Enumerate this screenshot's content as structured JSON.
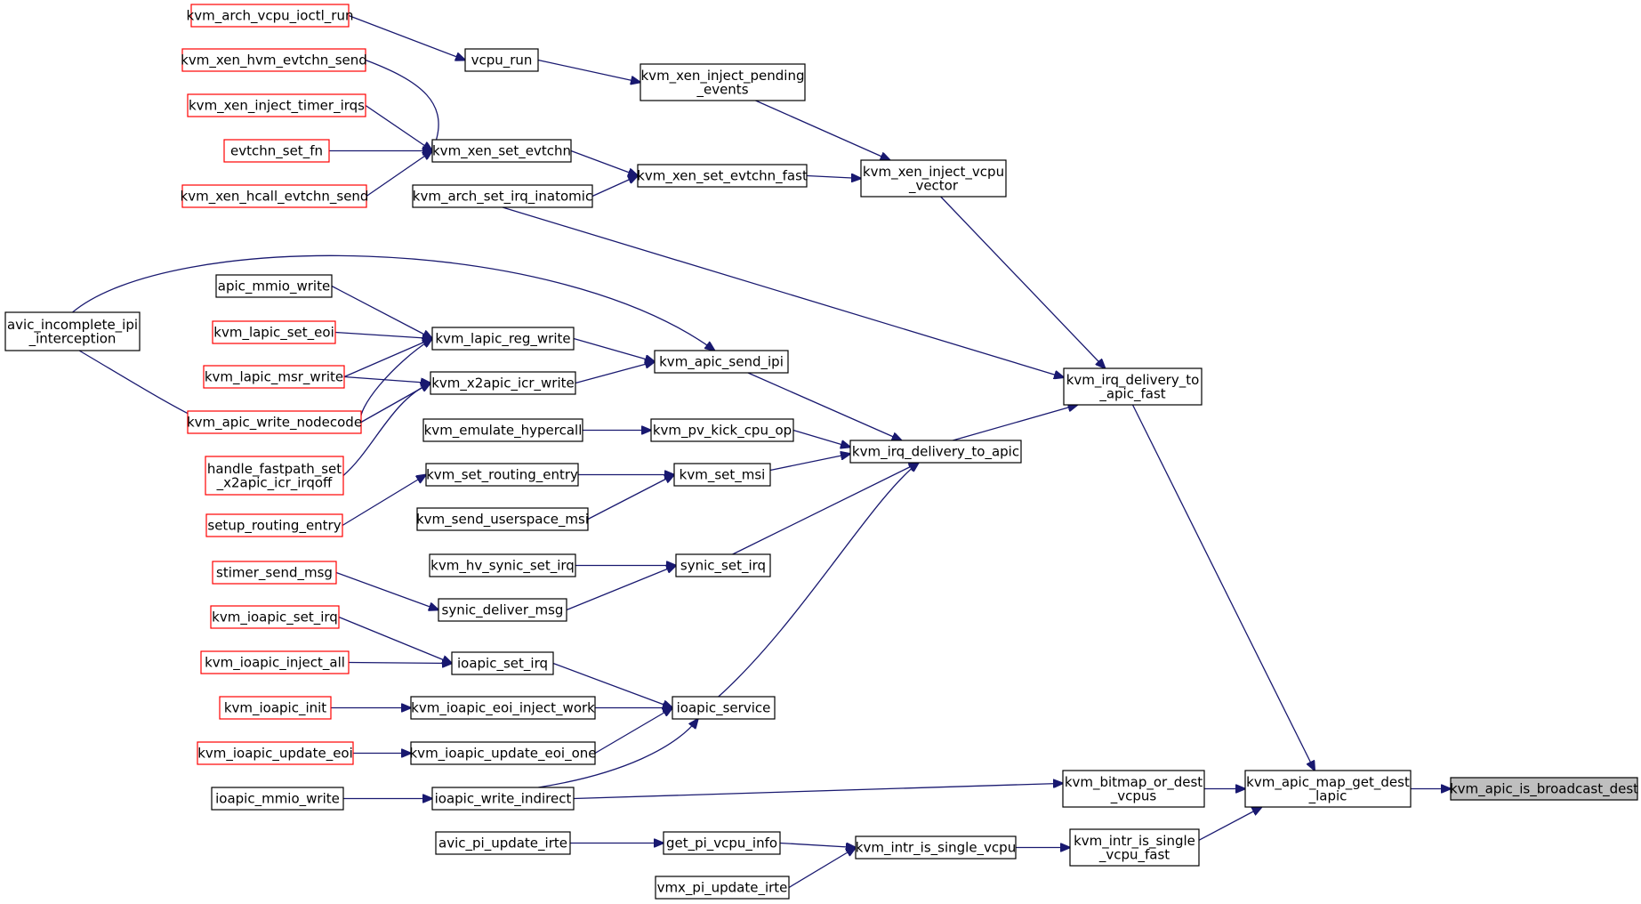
{
  "graph": {
    "nodes": [
      {
        "id": "arch_ioctl",
        "lines": [
          "kvm_arch_vcpu_ioctl_run"
        ],
        "truncated": true
      },
      {
        "id": "vcpu_run",
        "lines": [
          "vcpu_run"
        ]
      },
      {
        "id": "xen_inject_pending",
        "lines": [
          "kvm_xen_inject_pending",
          "_events"
        ]
      },
      {
        "id": "hvm_evtchn_send",
        "lines": [
          "kvm_xen_hvm_evtchn_send"
        ],
        "truncated": true
      },
      {
        "id": "inject_timer",
        "lines": [
          "kvm_xen_inject_timer_irqs"
        ],
        "truncated": true
      },
      {
        "id": "evtchn_set_fn",
        "lines": [
          "evtchn_set_fn"
        ],
        "truncated": true
      },
      {
        "id": "hcall_evtchn_send",
        "lines": [
          "kvm_xen_hcall_evtchn_send"
        ],
        "truncated": true
      },
      {
        "id": "xen_set_evtchn",
        "lines": [
          "kvm_xen_set_evtchn"
        ]
      },
      {
        "id": "arch_set_irq_inatomic",
        "lines": [
          "kvm_arch_set_irq_inatomic"
        ]
      },
      {
        "id": "xen_set_evtchn_fast",
        "lines": [
          "kvm_xen_set_evtchn_fast"
        ]
      },
      {
        "id": "xen_inject_vcpu_vector",
        "lines": [
          "kvm_xen_inject_vcpu",
          "_vector"
        ]
      },
      {
        "id": "apic_mmio_write",
        "lines": [
          "apic_mmio_write"
        ]
      },
      {
        "id": "avic_incomplete",
        "lines": [
          "avic_incomplete_ipi",
          "_interception"
        ]
      },
      {
        "id": "lapic_set_eoi",
        "lines": [
          "kvm_lapic_set_eoi"
        ],
        "truncated": true
      },
      {
        "id": "lapic_msr_write",
        "lines": [
          "kvm_lapic_msr_write"
        ],
        "truncated": true
      },
      {
        "id": "apic_write_nodecode",
        "lines": [
          "kvm_apic_write_nodecode"
        ],
        "truncated": true
      },
      {
        "id": "handle_fastpath",
        "lines": [
          "handle_fastpath_set",
          "_x2apic_icr_irqoff"
        ],
        "truncated": true
      },
      {
        "id": "lapic_reg_write",
        "lines": [
          "kvm_lapic_reg_write"
        ]
      },
      {
        "id": "x2apic_icr_write",
        "lines": [
          "kvm_x2apic_icr_write"
        ]
      },
      {
        "id": "apic_send_ipi",
        "lines": [
          "kvm_apic_send_ipi"
        ]
      },
      {
        "id": "emulate_hypercall",
        "lines": [
          "kvm_emulate_hypercall"
        ]
      },
      {
        "id": "pv_kick_cpu_op",
        "lines": [
          "kvm_pv_kick_cpu_op"
        ]
      },
      {
        "id": "set_routing_entry",
        "lines": [
          "kvm_set_routing_entry"
        ]
      },
      {
        "id": "setup_routing_entry",
        "lines": [
          "setup_routing_entry"
        ],
        "truncated": true
      },
      {
        "id": "send_userspace_msi",
        "lines": [
          "kvm_send_userspace_msi"
        ]
      },
      {
        "id": "set_msi",
        "lines": [
          "kvm_set_msi"
        ]
      },
      {
        "id": "irq_delivery_to_apic",
        "lines": [
          "kvm_irq_delivery_to_apic"
        ]
      },
      {
        "id": "irq_delivery_fast",
        "lines": [
          "kvm_irq_delivery_to",
          "_apic_fast"
        ]
      },
      {
        "id": "hv_synic_set_irq",
        "lines": [
          "kvm_hv_synic_set_irq"
        ]
      },
      {
        "id": "stimer_send_msg",
        "lines": [
          "stimer_send_msg"
        ],
        "truncated": true
      },
      {
        "id": "synic_deliver_msg",
        "lines": [
          "synic_deliver_msg"
        ]
      },
      {
        "id": "synic_set_irq",
        "lines": [
          "synic_set_irq"
        ]
      },
      {
        "id": "ioapic_set_irq_red",
        "lines": [
          "kvm_ioapic_set_irq"
        ],
        "truncated": true
      },
      {
        "id": "ioapic_inject_all",
        "lines": [
          "kvm_ioapic_inject_all"
        ],
        "truncated": true
      },
      {
        "id": "ioapic_set_irq",
        "lines": [
          "ioapic_set_irq"
        ]
      },
      {
        "id": "ioapic_init",
        "lines": [
          "kvm_ioapic_init"
        ],
        "truncated": true
      },
      {
        "id": "ioapic_eoi_inject_work",
        "lines": [
          "kvm_ioapic_eoi_inject_work"
        ]
      },
      {
        "id": "ioapic_update_eoi",
        "lines": [
          "kvm_ioapic_update_eoi"
        ],
        "truncated": true
      },
      {
        "id": "ioapic_update_eoi_one",
        "lines": [
          "kvm_ioapic_update_eoi_one"
        ]
      },
      {
        "id": "ioapic_service",
        "lines": [
          "ioapic_service"
        ]
      },
      {
        "id": "ioapic_mmio_write",
        "lines": [
          "ioapic_mmio_write"
        ]
      },
      {
        "id": "ioapic_write_indirect",
        "lines": [
          "ioapic_write_indirect"
        ]
      },
      {
        "id": "bitmap_or_dest",
        "lines": [
          "kvm_bitmap_or_dest",
          "_vcpus"
        ]
      },
      {
        "id": "map_get_dest_lapic",
        "lines": [
          "kvm_apic_map_get_dest",
          "_lapic"
        ]
      },
      {
        "id": "is_broadcast_dest",
        "lines": [
          "kvm_apic_is_broadcast_dest"
        ],
        "highlight": true
      },
      {
        "id": "avic_pi_update_irte",
        "lines": [
          "avic_pi_update_irte"
        ]
      },
      {
        "id": "get_pi_vcpu_info",
        "lines": [
          "get_pi_vcpu_info"
        ]
      },
      {
        "id": "intr_is_single_vcpu",
        "lines": [
          "kvm_intr_is_single_vcpu"
        ]
      },
      {
        "id": "intr_is_single_fast",
        "lines": [
          "kvm_intr_is_single",
          "_vcpu_fast"
        ]
      },
      {
        "id": "vmx_pi_update_irte",
        "lines": [
          "vmx_pi_update_irte"
        ]
      }
    ],
    "edges": [
      [
        "arch_ioctl",
        "vcpu_run"
      ],
      [
        "vcpu_run",
        "xen_inject_pending"
      ],
      [
        "xen_inject_pending",
        "xen_inject_vcpu_vector"
      ],
      [
        "hvm_evtchn_send",
        "xen_set_evtchn"
      ],
      [
        "inject_timer",
        "xen_set_evtchn"
      ],
      [
        "evtchn_set_fn",
        "xen_set_evtchn"
      ],
      [
        "hcall_evtchn_send",
        "xen_set_evtchn"
      ],
      [
        "xen_set_evtchn",
        "xen_set_evtchn_fast"
      ],
      [
        "arch_set_irq_inatomic",
        "xen_set_evtchn_fast"
      ],
      [
        "xen_set_evtchn_fast",
        "xen_inject_vcpu_vector"
      ],
      [
        "xen_inject_vcpu_vector",
        "irq_delivery_fast"
      ],
      [
        "arch_set_irq_inatomic",
        "irq_delivery_fast"
      ],
      [
        "apic_mmio_write",
        "lapic_reg_write"
      ],
      [
        "lapic_set_eoi",
        "lapic_reg_write"
      ],
      [
        "lapic_msr_write",
        "lapic_reg_write"
      ],
      [
        "apic_write_nodecode",
        "lapic_reg_write"
      ],
      [
        "avic_incomplete",
        "apic_send_ipi"
      ],
      [
        "avic_incomplete",
        "apic_write_nodecode"
      ],
      [
        "lapic_msr_write",
        "x2apic_icr_write"
      ],
      [
        "apic_write_nodecode",
        "x2apic_icr_write"
      ],
      [
        "handle_fastpath",
        "x2apic_icr_write"
      ],
      [
        "lapic_reg_write",
        "apic_send_ipi"
      ],
      [
        "x2apic_icr_write",
        "apic_send_ipi"
      ],
      [
        "apic_send_ipi",
        "irq_delivery_to_apic"
      ],
      [
        "emulate_hypercall",
        "pv_kick_cpu_op"
      ],
      [
        "pv_kick_cpu_op",
        "irq_delivery_to_apic"
      ],
      [
        "setup_routing_entry",
        "set_routing_entry"
      ],
      [
        "set_routing_entry",
        "set_msi"
      ],
      [
        "send_userspace_msi",
        "set_msi"
      ],
      [
        "set_msi",
        "irq_delivery_to_apic"
      ],
      [
        "irq_delivery_to_apic",
        "irq_delivery_fast"
      ],
      [
        "hv_synic_set_irq",
        "synic_set_irq"
      ],
      [
        "stimer_send_msg",
        "synic_deliver_msg"
      ],
      [
        "synic_deliver_msg",
        "synic_set_irq"
      ],
      [
        "synic_set_irq",
        "irq_delivery_to_apic"
      ],
      [
        "ioapic_set_irq_red",
        "ioapic_set_irq"
      ],
      [
        "ioapic_inject_all",
        "ioapic_set_irq"
      ],
      [
        "ioapic_set_irq",
        "ioapic_service"
      ],
      [
        "ioapic_init",
        "ioapic_eoi_inject_work"
      ],
      [
        "ioapic_eoi_inject_work",
        "ioapic_service"
      ],
      [
        "ioapic_update_eoi",
        "ioapic_update_eoi_one"
      ],
      [
        "ioapic_update_eoi_one",
        "ioapic_service"
      ],
      [
        "ioapic_write_indirect",
        "ioapic_service"
      ],
      [
        "ioapic_service",
        "irq_delivery_to_apic"
      ],
      [
        "ioapic_mmio_write",
        "ioapic_write_indirect"
      ],
      [
        "ioapic_write_indirect",
        "bitmap_or_dest"
      ],
      [
        "irq_delivery_fast",
        "map_get_dest_lapic"
      ],
      [
        "bitmap_or_dest",
        "map_get_dest_lapic"
      ],
      [
        "intr_is_single_fast",
        "map_get_dest_lapic"
      ],
      [
        "map_get_dest_lapic",
        "is_broadcast_dest"
      ],
      [
        "avic_pi_update_irte",
        "get_pi_vcpu_info"
      ],
      [
        "get_pi_vcpu_info",
        "intr_is_single_vcpu"
      ],
      [
        "vmx_pi_update_irte",
        "intr_is_single_vcpu"
      ],
      [
        "intr_is_single_vcpu",
        "intr_is_single_fast"
      ]
    ]
  },
  "colors": {
    "edge": "#191970",
    "node_border": "#000000",
    "truncated_border": "#ff0000",
    "highlight_fill": "#bfbfbf",
    "background": "#ffffff"
  }
}
